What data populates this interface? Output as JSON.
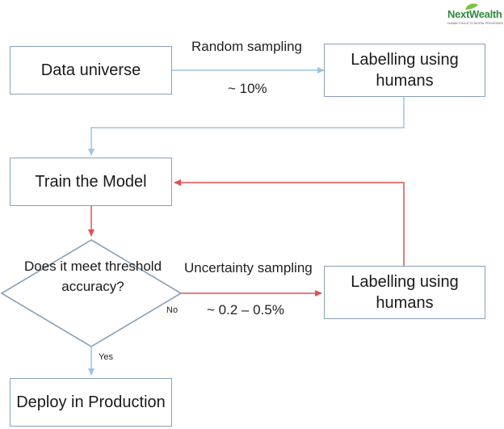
{
  "logo": {
    "name": "NextWealth",
    "tagline": "HUMAN TOUCH TO DIGITAL PROCESSES"
  },
  "nodes": {
    "data_universe": "Data universe",
    "labelling_top": "Labelling using humans",
    "train_model": "Train the Model",
    "decision": "Does it meet threshold accuracy?",
    "labelling_bottom": "Labelling using humans",
    "deploy": "Deploy in Production"
  },
  "edge_labels": {
    "random_sampling": "Random sampling",
    "random_pct": "~ 10%",
    "uncertainty_sampling": "Uncertainty sampling",
    "uncertainty_pct": "~ 0.2 – 0.5%",
    "no": "No",
    "yes": "Yes"
  },
  "colors": {
    "blue_flow": "#9dc3e6",
    "red_flow": "#e05050",
    "box_border": "#8aa0b8"
  }
}
